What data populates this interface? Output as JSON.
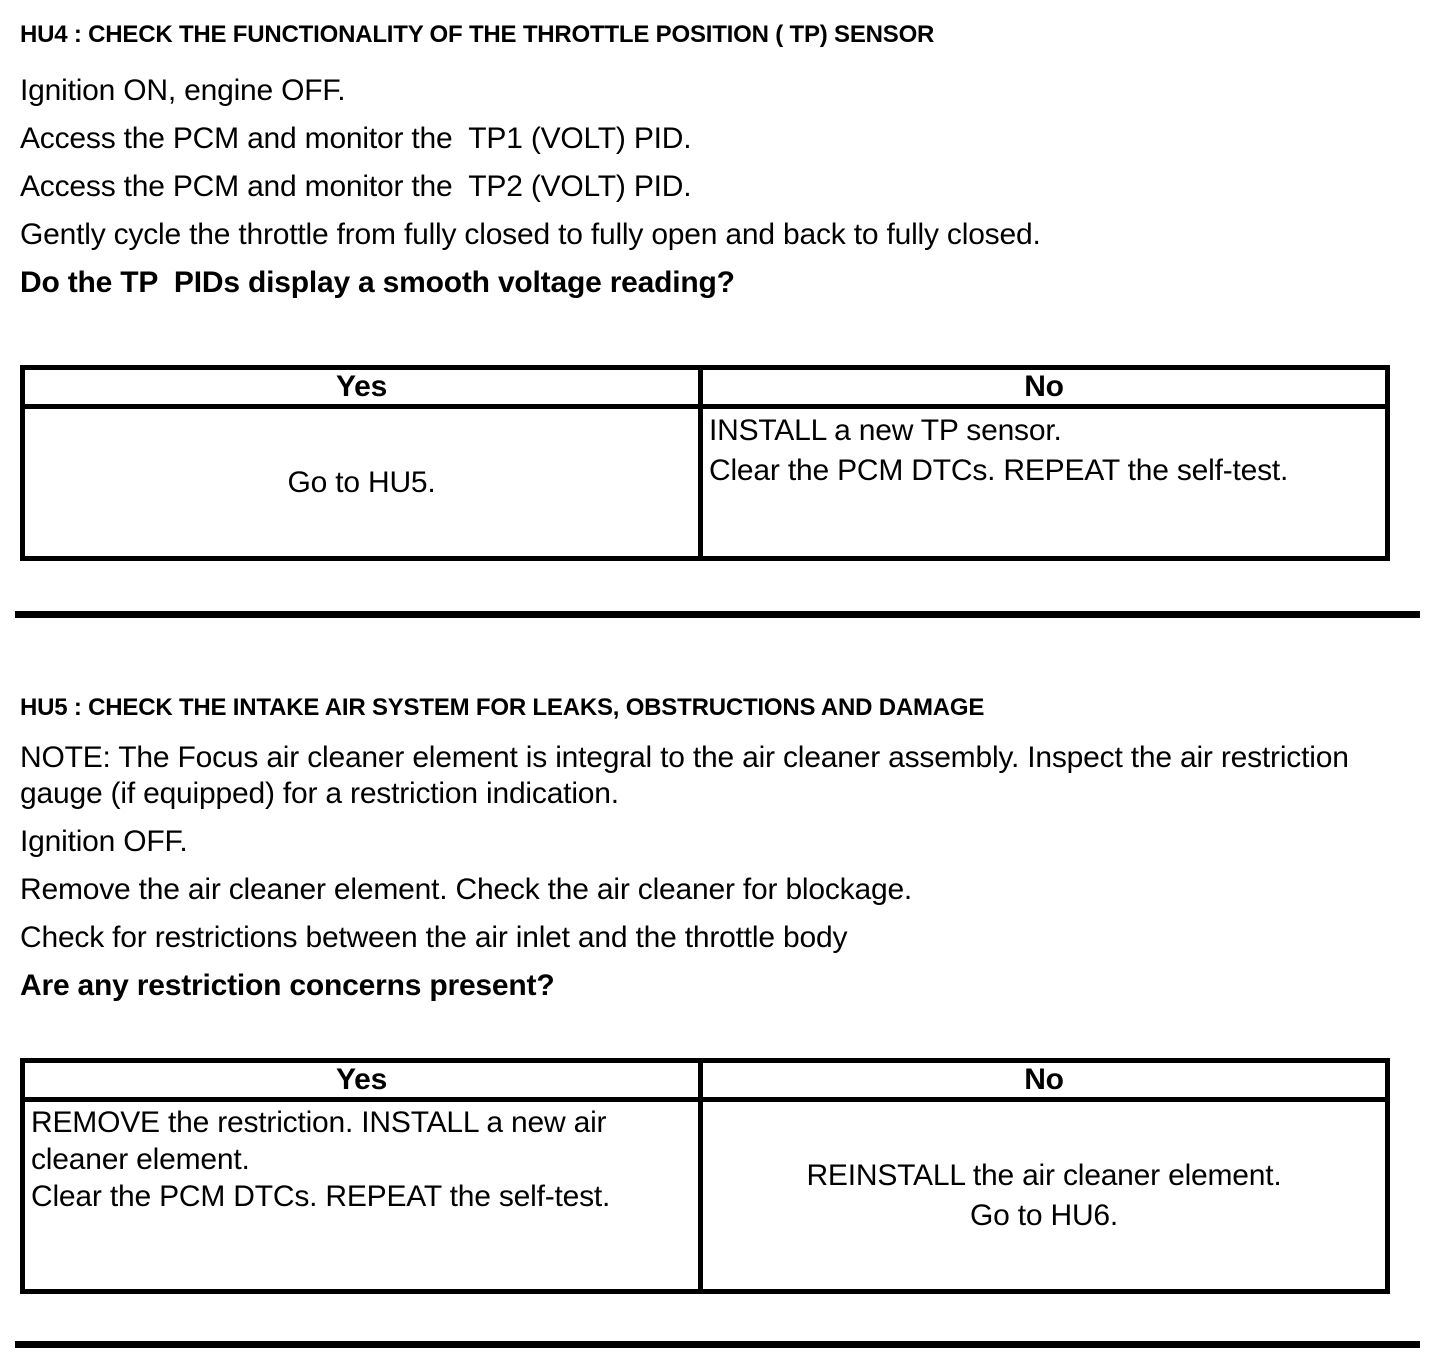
{
  "page": {
    "background": "#ffffff",
    "text_color": "#000000"
  },
  "sections": [
    {
      "id": "HU4",
      "title": "HU4 : CHECK THE FUNCTIONALITY OF THE THROTTLE POSITION ( TP) SENSOR",
      "steps": [
        "Ignition ON, engine OFF.",
        "Access the PCM and monitor the  TP1 (VOLT) PID.",
        "Access the PCM and monitor the  TP2 (VOLT) PID.",
        "Gently cycle the throttle from fully closed to fully open and back to fully closed."
      ],
      "question": "Do the TP  PIDs display a smooth voltage reading?",
      "table": {
        "yes_header": "Yes",
        "no_header": "No",
        "yes_lines": [
          "Go to HU5."
        ],
        "no_lines": [
          "INSTALL a new TP sensor.",
          "Clear the PCM DTCs. REPEAT the self-test."
        ]
      }
    },
    {
      "id": "HU5",
      "title": "HU5 : CHECK THE INTAKE AIR SYSTEM FOR LEAKS, OBSTRUCTIONS AND DAMAGE",
      "note": "NOTE: The Focus air cleaner element is integral to the air cleaner assembly. Inspect the air restriction gauge (if equipped) for a restriction indication.",
      "steps": [
        "Ignition OFF.",
        "Remove the air cleaner element. Check the air cleaner for blockage.",
        "Check for restrictions between the air inlet and the throttle body"
      ],
      "question": "Are any restriction concerns present?",
      "table": {
        "yes_header": "Yes",
        "no_header": "No",
        "yes_lines": [
          "REMOVE the restriction. INSTALL a new air cleaner element.",
          "Clear the PCM DTCs. REPEAT the self-test."
        ],
        "no_lines": [
          "REINSTALL the air cleaner element.",
          "Go to HU6."
        ]
      }
    }
  ]
}
